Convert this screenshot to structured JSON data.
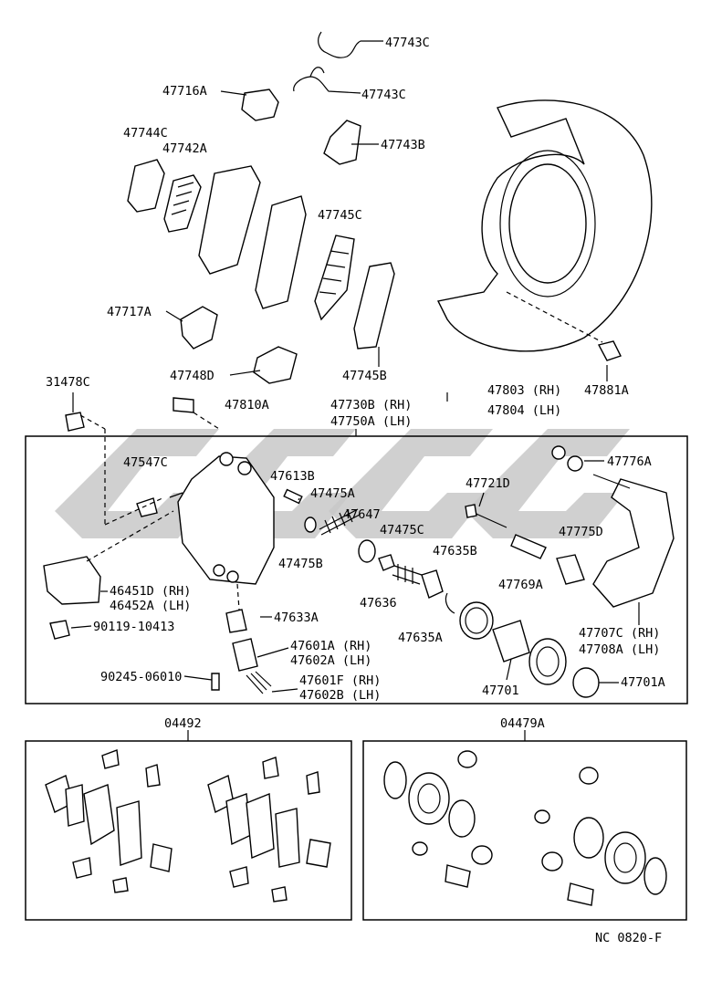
{
  "labels": {
    "p47743C_1": "47743C",
    "p47743C_2": "47743C",
    "p47716A": "47716A",
    "p47743B": "47743B",
    "p47744C": "47744C",
    "p47742A": "47742A",
    "p47745C": "47745C",
    "p47717A": "47717A",
    "p47748D": "47748D",
    "p47745B": "47745B",
    "p47803": "47803 (RH)",
    "p47804": "47804 (LH)",
    "p47881A": "47881A",
    "p31478C": "31478C",
    "p47810A": "47810A",
    "p47730B": "47730B (RH)",
    "p47750A": "47750A (LH)",
    "p47547C": "47547C",
    "p47613B": "47613B",
    "p47475A": "47475A",
    "p47647": "47647",
    "p47475C": "47475C",
    "p47475B": "47475B",
    "p47721D": "47721D",
    "p47776A": "47776A",
    "p47775D": "47775D",
    "p47635B": "47635B",
    "p47769A": "47769A",
    "p47636": "47636",
    "p46451D": "46451D (RH)",
    "p46452A": "46452A (LH)",
    "p90119": "90119-10413",
    "p47633A": "47633A",
    "p47635A": "47635A",
    "p47707C": "47707C (RH)",
    "p47708A": "47708A (LH)",
    "p47601A": "47601A (RH)",
    "p47602A": "47602A (LH)",
    "p90245": "90245-06010",
    "p47601F": "47601F (RH)",
    "p47602B": "47602B (LH)",
    "p47701": "47701",
    "p47701A": "47701A",
    "kit04492": "04492",
    "kit04479A": "04479A",
    "figure_code": "NC  0820-F"
  }
}
